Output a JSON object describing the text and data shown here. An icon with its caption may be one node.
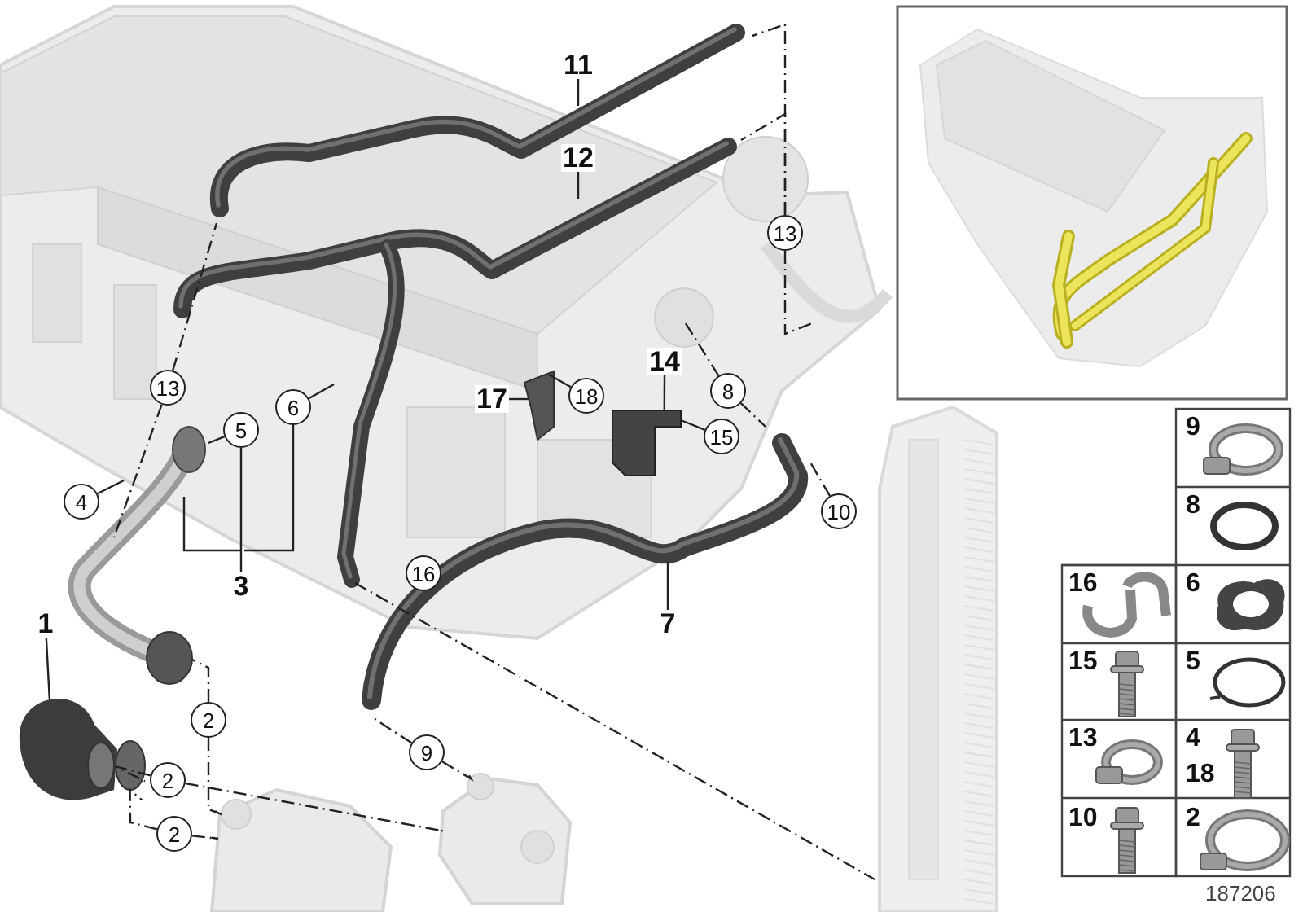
{
  "diagram": {
    "nodes": [
      {
        "text": [
          "11"
        ]
      },
      {
        "text": [
          "12"
        ]
      },
      {
        "text": [
          "13"
        ]
      },
      {
        "text": [
          "14"
        ]
      },
      {
        "text": [
          "17"
        ]
      },
      {
        "text": [
          "18"
        ]
      },
      {
        "text": [
          "8"
        ]
      },
      {
        "text": [
          "13"
        ]
      },
      {
        "text": [
          "6"
        ]
      },
      {
        "text": [
          "5"
        ]
      },
      {
        "text": [
          "15"
        ]
      },
      {
        "text": [
          "4"
        ]
      },
      {
        "text": [
          "10"
        ]
      },
      {
        "text": [
          "3"
        ]
      },
      {
        "text": [
          "16"
        ]
      },
      {
        "text": [
          "1"
        ]
      },
      {
        "text": [
          "7"
        ]
      },
      {
        "text": [
          "2"
        ]
      },
      {
        "text": [
          "9"
        ]
      },
      {
        "text": [
          "2"
        ]
      },
      {
        "text": [
          "2"
        ]
      },
      {
        "text": [],
        "shape": "picture"
      },
      {
        "text": [],
        "shape": "picture"
      },
      {
        "text": [],
        "shape": "picture"
      },
      {
        "text": [],
        "shape": "picture"
      }
    ],
    "edges": [
      {
        "from": 0,
        "to": null,
        "arrow": "none"
      },
      {
        "from": 1,
        "to": null,
        "arrow": "none"
      },
      {
        "from": 2,
        "to": null,
        "arrow": "none",
        "style": "dashed"
      },
      {
        "from": 2,
        "to": null,
        "arrow": "none",
        "style": "dashed"
      },
      {
        "from": 2,
        "to": null,
        "arrow": "none",
        "style": "dashed"
      },
      {
        "from": 3,
        "to": 21,
        "arrow": "none"
      },
      {
        "from": 4,
        "to": null,
        "arrow": "none"
      },
      {
        "from": 5,
        "to": null,
        "arrow": "none"
      },
      {
        "from": 6,
        "to": null,
        "arrow": "none",
        "style": "dashed"
      },
      {
        "from": 6,
        "to": null,
        "arrow": "none",
        "style": "dashed"
      },
      {
        "from": 7,
        "to": null,
        "arrow": "none",
        "style": "dashed"
      },
      {
        "from": 7,
        "to": null,
        "arrow": "none",
        "style": "dashed"
      },
      {
        "from": 8,
        "to": null,
        "arrow": "none"
      },
      {
        "from": 8,
        "to": null,
        "arrow": "none"
      },
      {
        "from": 9,
        "to": null,
        "arrow": "none"
      },
      {
        "from": 9,
        "to": null,
        "arrow": "none"
      },
      {
        "from": 10,
        "to": 21,
        "arrow": "none"
      },
      {
        "from": 11,
        "to": null,
        "arrow": "none"
      },
      {
        "from": 12,
        "to": null,
        "arrow": "none",
        "style": "dashed"
      },
      {
        "from": 13,
        "to": null,
        "arrow": "none"
      },
      {
        "from": 15,
        "to": 24,
        "arrow": "none"
      },
      {
        "from": 16,
        "to": null,
        "arrow": "none"
      },
      {
        "from": 17,
        "to": null,
        "arrow": "none",
        "style": "dashed"
      },
      {
        "from": 17,
        "to": 22,
        "arrow": "none",
        "style": "dashed"
      },
      {
        "from": 18,
        "to": null,
        "arrow": "none",
        "style": "dashed"
      },
      {
        "from": 18,
        "to": 23,
        "arrow": "none",
        "style": "dashed"
      },
      {
        "from": 19,
        "to": 24,
        "arrow": "none",
        "style": "dashed"
      },
      {
        "from": 19,
        "to": 23,
        "arrow": "none",
        "style": "dashed"
      },
      {
        "from": 20,
        "to": 24,
        "arrow": "none",
        "style": "dashed"
      },
      {
        "from": 20,
        "to": 22,
        "arrow": "none",
        "style": "dashed"
      }
    ],
    "labels": [
      "9",
      "8",
      "16",
      "6",
      "15",
      "5",
      "13",
      "4",
      "18",
      "10",
      "2",
      "187206"
    ]
  }
}
